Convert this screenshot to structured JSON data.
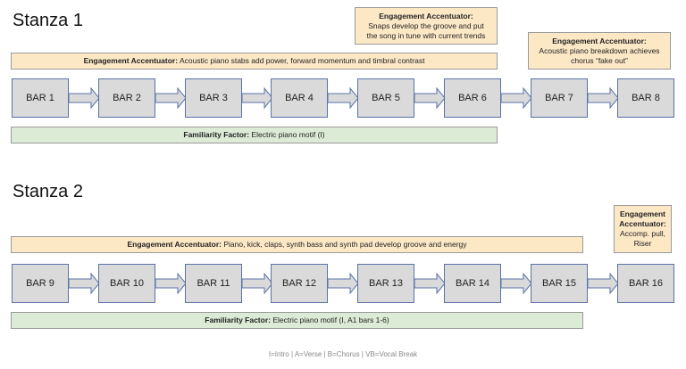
{
  "stanza1": {
    "title": "Stanza 1",
    "accentuator_top": {
      "label": "Engagement Accentuator:",
      "line1": "Snaps develop the groove and put",
      "line2": "the song in tune with current trends"
    },
    "accentuator_right": {
      "label": "Engagement Accentuator:",
      "line1": "Acoustic piano breakdown achieves",
      "line2": "chorus “fake out”"
    },
    "accentuator_band": {
      "label": "Engagement Accentuator:",
      "text": " Acoustic piano stabs add power, forward momentum and timbral contrast"
    },
    "bars": [
      "BAR 1",
      "BAR 2",
      "BAR 3",
      "BAR 4",
      "BAR 5",
      "BAR 6",
      "BAR 7",
      "BAR 8"
    ],
    "familiarity": {
      "label": "Familiarity Factor:",
      "text": " Electric piano motif (I)"
    }
  },
  "stanza2": {
    "title": "Stanza 2",
    "accentuator_right": {
      "label1": "Engagement",
      "label2": "Accentuator:",
      "line1": "Accomp. pull,",
      "line2": "Riser"
    },
    "accentuator_band": {
      "label": "Engagement Accentuator:",
      "text": " Piano, kick, claps, synth bass and synth pad develop groove and energy"
    },
    "bars": [
      "BAR 9",
      "BAR 10",
      "BAR 11",
      "BAR 12",
      "BAR 13",
      "BAR 14",
      "BAR 15",
      "BAR 16"
    ],
    "familiarity": {
      "label": "Familiarity Factor:",
      "text": " Electric piano motif (I, A1 bars 1-6)"
    }
  },
  "footer": "I=Intro | A=Verse | B=Chorus | VB=Vocal Break"
}
